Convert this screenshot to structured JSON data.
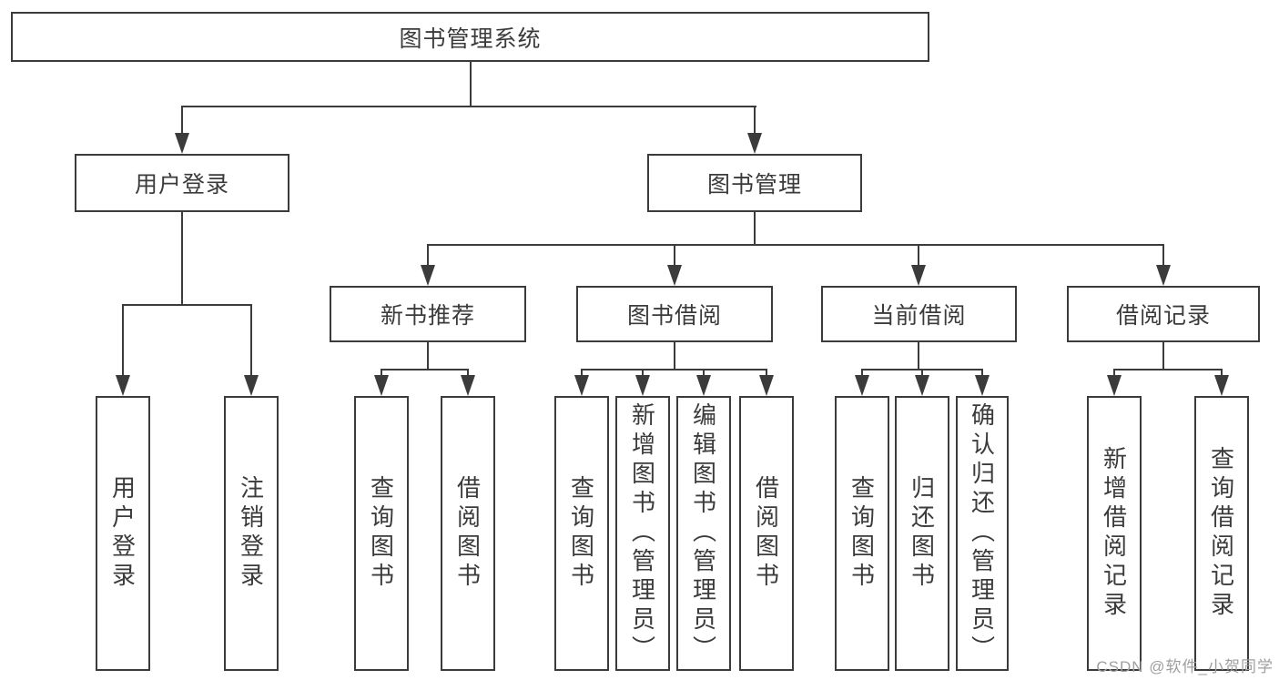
{
  "diagram": {
    "root": {
      "label": "图书管理系统"
    },
    "level2": {
      "user_login": {
        "label": "用户登录"
      },
      "book_mgmt": {
        "label": "图书管理"
      }
    },
    "level3": {
      "new_books": {
        "label": "新书推荐"
      },
      "book_borrow": {
        "label": "图书借阅"
      },
      "current_borrow": {
        "label": "当前借阅"
      },
      "borrow_records": {
        "label": "借阅记录"
      }
    },
    "leaves": {
      "user_login": [
        "用户登录",
        "注销登录"
      ],
      "new_books": [
        "查询图书",
        "借阅图书"
      ],
      "book_borrow": [
        "查询图书",
        "新增图书（管理员）",
        "编辑图书（管理员）",
        "借阅图书"
      ],
      "current_borrow": [
        "查询图书",
        "归还图书",
        "确认归还（管理员）"
      ],
      "borrow_records": [
        "新增借阅记录",
        "查询借阅记录"
      ]
    }
  },
  "watermark": {
    "text": "CSDN @软件_小贺同学"
  },
  "colors": {
    "line": "#3b3b3b",
    "text": "#3b3b3b",
    "box_fill": "#ffffff",
    "background": "#ffffff",
    "watermark": "#9f9f9f"
  }
}
